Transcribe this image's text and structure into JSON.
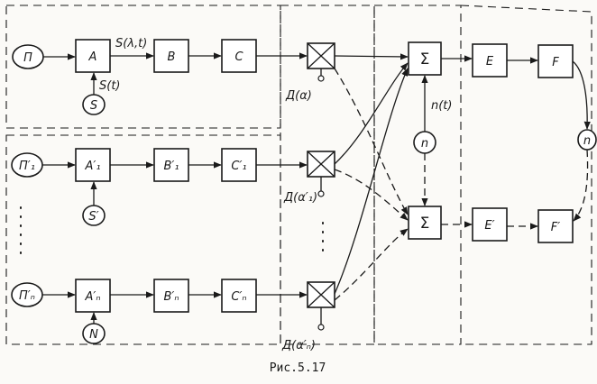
{
  "sources": {
    "p": "П",
    "p1": "П′₁",
    "pn": "П′ₙ",
    "s": "S",
    "s1": "S′",
    "n": "N",
    "noise_left": "n",
    "noise_right": "n"
  },
  "blocks": {
    "a": "A",
    "b": "B",
    "c": "C",
    "a1": "A′₁",
    "b1": "B′₁",
    "c1": "C′₁",
    "an": "A′ₙ",
    "bn": "B′ₙ",
    "cn": "C′ₙ",
    "sum_top": "Σ",
    "sum_bottom": "Σ",
    "e": "E",
    "f": "F",
    "e1": "E′",
    "f1": "F′"
  },
  "labels": {
    "s_lambda_t": "S(λ,t)",
    "s_t": "S(t)",
    "n_t": "n(t)",
    "d_alpha": "Д(α)",
    "d_alpha1": "Д(α′₁)",
    "d_alphan": "Д(α′ₙ)"
  },
  "caption": "Рис.5.17"
}
